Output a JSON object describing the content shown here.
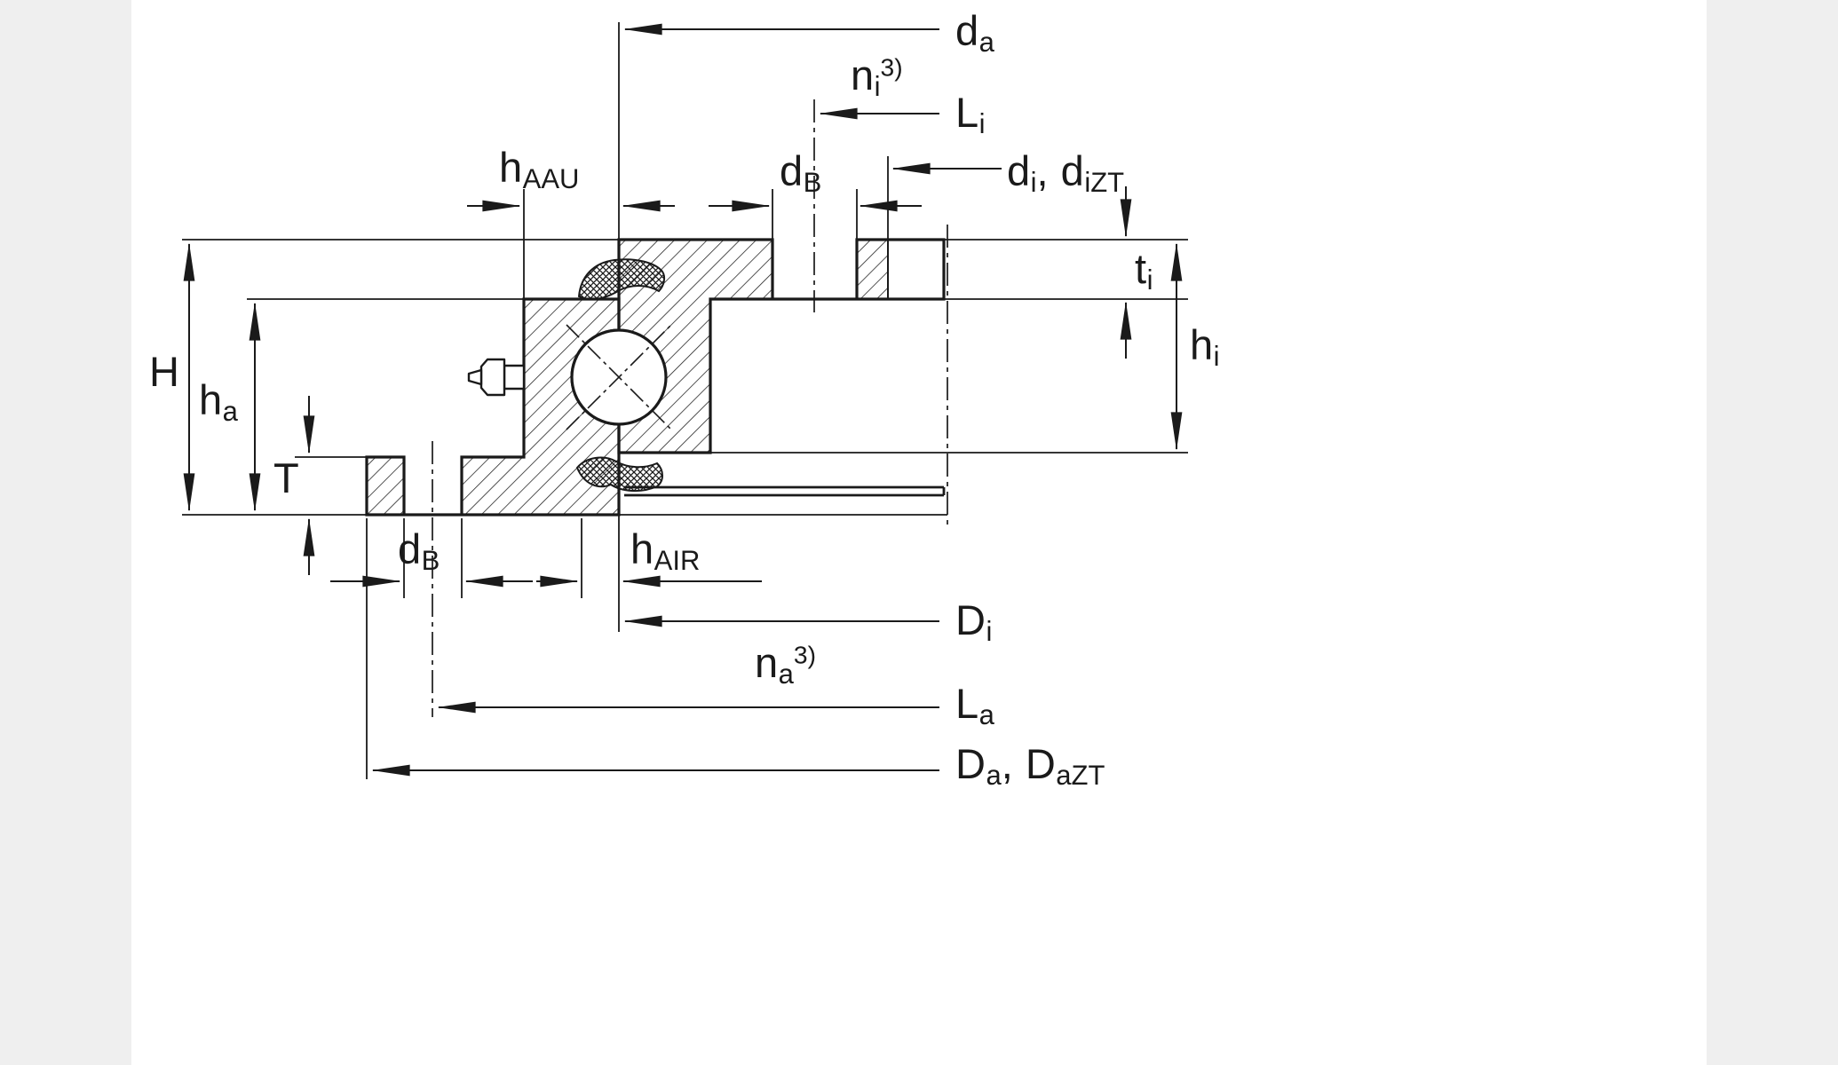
{
  "drawing": {
    "line_color": "#1a1a1a",
    "background_color": "#ffffff",
    "margin_color": "#efefef"
  },
  "labels": {
    "da": {
      "main": "d",
      "sub": "a"
    },
    "ni": {
      "main": "n",
      "sub": "i",
      "sup": "3)"
    },
    "li": {
      "main": "L",
      "sub": "i"
    },
    "db_top": {
      "main": "d",
      "sub": "B"
    },
    "di_dizt": {
      "m1": "d",
      "s1": "i",
      "sep": ", ",
      "m2": "d",
      "s2": "iZT"
    },
    "ti": {
      "main": "t",
      "sub": "i"
    },
    "hi": {
      "main": "h",
      "sub": "i"
    },
    "haau": {
      "main": "h",
      "sub": "AAU"
    },
    "h_overall": {
      "main": "H"
    },
    "ha": {
      "main": "h",
      "sub": "a"
    },
    "t_flange": {
      "main": "T"
    },
    "db_bottom": {
      "main": "d",
      "sub": "B"
    },
    "hair": {
      "main": "h",
      "sub": "AIR"
    },
    "di_outer": {
      "main": "D",
      "sub": "i"
    },
    "na": {
      "main": "n",
      "sub": "a",
      "sup": "3)"
    },
    "la": {
      "main": "L",
      "sub": "a"
    },
    "da_dazt": {
      "m1": "D",
      "s1": "a",
      "sep": ", ",
      "m2": "D",
      "s2": "aZT"
    }
  }
}
